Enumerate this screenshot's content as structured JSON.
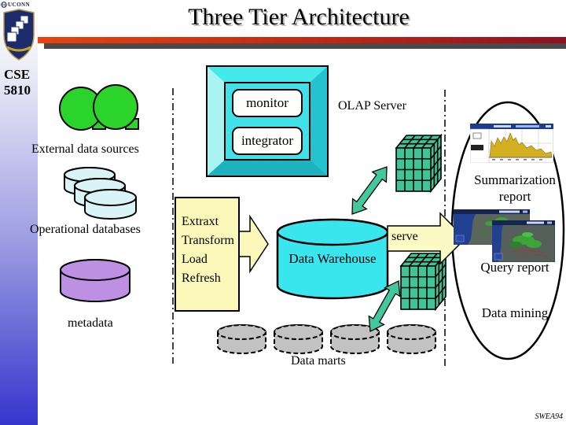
{
  "slide": {
    "logo": {
      "university": "UCONN",
      "course_line1": "CSE",
      "course_line2": "5810"
    },
    "title": "Three Tier Architecture",
    "footer": "SWEA94",
    "labels": {
      "external_sources": "External data sources",
      "operational_databases": "Operational databases",
      "metadata": "metadata",
      "monitor": "monitor",
      "integrator": "integrator",
      "olap_server": "OLAP Server",
      "etl_lines": [
        "Extraxt",
        "Transform",
        "Load",
        "Refresh"
      ],
      "data_warehouse": "Data Warehouse",
      "serve": "serve",
      "data_marts": "Data marts",
      "summarization_line1": "Summarization",
      "summarization_line2": "report",
      "query_report": "Query report",
      "data_mining": "Data mining"
    },
    "colors": {
      "title_bar_red_start": "#e8430c",
      "title_bar_red_end": "#8e1220",
      "sidebar_blue": "#3535cd",
      "source_green": "#2bd42b",
      "operational_cyan": "#d8f4f6",
      "metadata_purple": "#be90e4",
      "warehouse_cyan": "#3ae6ee",
      "mart_gray": "#c2c2c2",
      "cube_green": "#3ec496",
      "arrow_teal": "#42c89e",
      "etl_yellow": "#fbf8b9",
      "serve_yellow": "#fcfac4",
      "frame_cyan": "#3fe2e8"
    }
  }
}
